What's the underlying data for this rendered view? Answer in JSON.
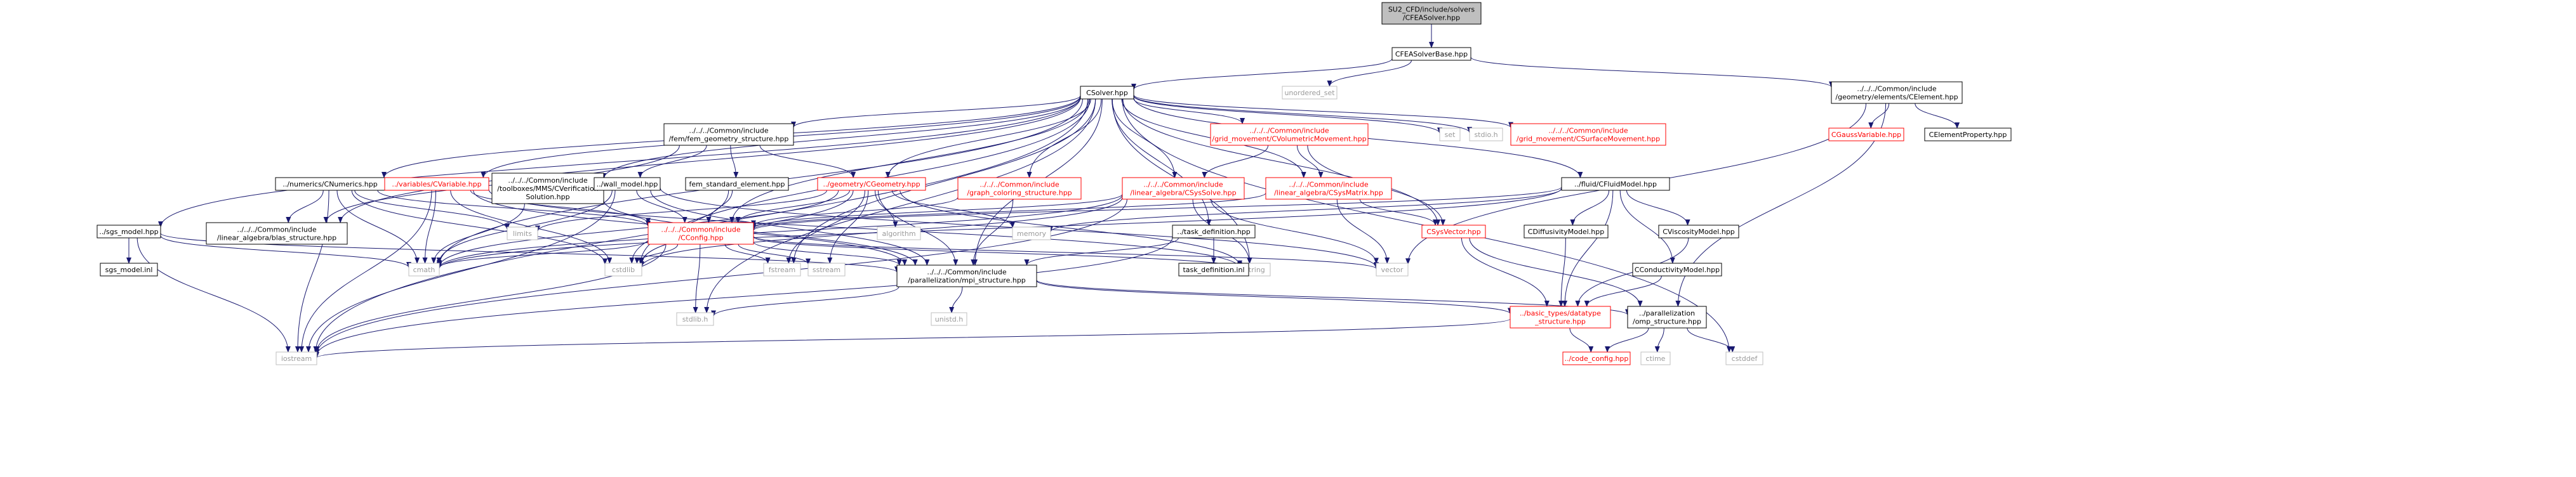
{
  "colors": {
    "edge": "#191970",
    "root_fill": "#bfbfbf",
    "missing_border": "#bfbfbf",
    "incomplete_border": "#ff0000"
  },
  "nodes": [
    {
      "id": "root",
      "style": "root",
      "lines": [
        "SU2_CFD/include/solvers",
        "/CFEASolver.hpp"
      ]
    },
    {
      "id": "cfeabase",
      "style": "plain",
      "lines": [
        "CFEASolverBase.hpp"
      ]
    },
    {
      "id": "unordered_set",
      "style": "missing",
      "lines": [
        "unordered_set"
      ]
    },
    {
      "id": "csolver",
      "style": "plain",
      "lines": [
        "CSolver.hpp"
      ]
    },
    {
      "id": "celement",
      "style": "plain",
      "lines": [
        "../../../Common/include",
        "/geometry/elements/CElement.hpp"
      ]
    },
    {
      "id": "cgauss",
      "style": "red",
      "lines": [
        "CGaussVariable.hpp"
      ]
    },
    {
      "id": "celemprop",
      "style": "plain",
      "lines": [
        "CElementProperty.hpp"
      ]
    },
    {
      "id": "fem_geom",
      "style": "plain",
      "lines": [
        "../../../Common/include",
        "/fem/fem_geometry_structure.hpp"
      ]
    },
    {
      "id": "volmov",
      "style": "red",
      "lines": [
        "../../../Common/include",
        "/grid_movement/CVolumetricMovement.hpp"
      ]
    },
    {
      "id": "set",
      "style": "missing",
      "lines": [
        "set"
      ]
    },
    {
      "id": "stdio",
      "style": "missing",
      "lines": [
        "stdio.h"
      ]
    },
    {
      "id": "surfmov",
      "style": "red",
      "lines": [
        "../../../Common/include",
        "/grid_movement/CSurfaceMovement.hpp"
      ]
    },
    {
      "id": "cnumerics",
      "style": "plain",
      "lines": [
        "../numerics/CNumerics.hpp"
      ]
    },
    {
      "id": "cvariable",
      "style": "red",
      "lines": [
        "../variables/CVariable.hpp"
      ]
    },
    {
      "id": "mms",
      "style": "plain",
      "lines": [
        "../../../Common/include",
        "/toolboxes/MMS/CVerification",
        "Solution.hpp"
      ]
    },
    {
      "id": "wall_model",
      "style": "plain",
      "lines": [
        "../wall_model.hpp"
      ]
    },
    {
      "id": "fem_std",
      "style": "plain",
      "lines": [
        "fem_standard_element.hpp"
      ]
    },
    {
      "id": "cgeometry",
      "style": "red",
      "lines": [
        "../geometry/CGeometry.hpp"
      ]
    },
    {
      "id": "graph_col",
      "style": "red",
      "lines": [
        "../../../Common/include",
        "/graph_coloring_structure.hpp"
      ]
    },
    {
      "id": "csyssolve",
      "style": "red",
      "lines": [
        "../../../Common/include",
        "/linear_algebra/CSysSolve.hpp"
      ]
    },
    {
      "id": "csysmatrix",
      "style": "red",
      "lines": [
        "../../../Common/include",
        "/linear_algebra/CSysMatrix.hpp"
      ]
    },
    {
      "id": "cfluid",
      "style": "plain",
      "lines": [
        "../fluid/CFluidModel.hpp"
      ]
    },
    {
      "id": "sgs_model",
      "style": "plain",
      "lines": [
        "../sgs_model.hpp"
      ]
    },
    {
      "id": "blas",
      "style": "plain",
      "lines": [
        "../../../Common/include",
        "/linear_algebra/blas_structure.hpp"
      ]
    },
    {
      "id": "limits",
      "style": "missing",
      "lines": [
        "limits"
      ]
    },
    {
      "id": "cconfig",
      "style": "red",
      "lines": [
        "../../../Common/include",
        "/CConfig.hpp"
      ]
    },
    {
      "id": "algorithm",
      "style": "missing",
      "lines": [
        "algorithm"
      ]
    },
    {
      "id": "memory",
      "style": "missing",
      "lines": [
        "memory"
      ]
    },
    {
      "id": "task_def",
      "style": "plain",
      "lines": [
        "../task_definition.hpp"
      ]
    },
    {
      "id": "csysvector",
      "style": "red",
      "lines": [
        "CSysVector.hpp"
      ]
    },
    {
      "id": "cdiff",
      "style": "plain",
      "lines": [
        "CDiffusivityModel.hpp"
      ]
    },
    {
      "id": "cvisc",
      "style": "plain",
      "lines": [
        "CViscosityModel.hpp"
      ]
    },
    {
      "id": "sgs_inl",
      "style": "plain",
      "lines": [
        "sgs_model.inl"
      ]
    },
    {
      "id": "cmath",
      "style": "missing",
      "lines": [
        "cmath"
      ]
    },
    {
      "id": "cstdlib",
      "style": "missing",
      "lines": [
        "cstdlib"
      ]
    },
    {
      "id": "fstream",
      "style": "missing",
      "lines": [
        "fstream"
      ]
    },
    {
      "id": "sstream",
      "style": "missing",
      "lines": [
        "sstream"
      ]
    },
    {
      "id": "mpi",
      "style": "plain",
      "lines": [
        "../../../Common/include",
        "/parallelization/mpi_structure.hpp"
      ]
    },
    {
      "id": "string",
      "style": "missing",
      "lines": [
        "string"
      ]
    },
    {
      "id": "task_inl",
      "style": "plain",
      "lines": [
        "task_definition.inl"
      ]
    },
    {
      "id": "vector",
      "style": "missing",
      "lines": [
        "vector"
      ]
    },
    {
      "id": "ccond",
      "style": "plain",
      "lines": [
        "CConductivityModel.hpp"
      ]
    },
    {
      "id": "stdlib",
      "style": "missing",
      "lines": [
        "stdlib.h"
      ]
    },
    {
      "id": "unistd",
      "style": "missing",
      "lines": [
        "unistd.h"
      ]
    },
    {
      "id": "datatype",
      "style": "red",
      "lines": [
        "../basic_types/datatype",
        "_structure.hpp"
      ]
    },
    {
      "id": "omp",
      "style": "plain",
      "lines": [
        "../parallelization",
        "/omp_structure.hpp"
      ]
    },
    {
      "id": "iostream",
      "style": "missing",
      "lines": [
        "iostream"
      ]
    },
    {
      "id": "code_config",
      "style": "red",
      "lines": [
        "../code_config.hpp"
      ]
    },
    {
      "id": "ctime",
      "style": "missing",
      "lines": [
        "ctime"
      ]
    },
    {
      "id": "cstddef",
      "style": "missing",
      "lines": [
        "cstddef"
      ]
    }
  ],
  "edges": [
    [
      "root",
      "cfeabase"
    ],
    [
      "cfeabase",
      "unordered_set"
    ],
    [
      "cfeabase",
      "csolver"
    ],
    [
      "cfeabase",
      "celement"
    ],
    [
      "celement",
      "cgauss"
    ],
    [
      "celement",
      "celemprop"
    ],
    [
      "celement",
      "vector"
    ],
    [
      "celement",
      "omp"
    ],
    [
      "csolver",
      "fem_geom"
    ],
    [
      "csolver",
      "volmov"
    ],
    [
      "csolver",
      "set"
    ],
    [
      "csolver",
      "stdio"
    ],
    [
      "csolver",
      "surfmov"
    ],
    [
      "csolver",
      "cnumerics"
    ],
    [
      "csolver",
      "cvariable"
    ],
    [
      "csolver",
      "mms"
    ],
    [
      "csolver",
      "cgeometry"
    ],
    [
      "csolver",
      "graph_col"
    ],
    [
      "csolver",
      "csyssolve"
    ],
    [
      "csolver",
      "csysmatrix"
    ],
    [
      "csolver",
      "cfluid"
    ],
    [
      "csolver",
      "sgs_model"
    ],
    [
      "csolver",
      "blas"
    ],
    [
      "csolver",
      "cconfig"
    ],
    [
      "csolver",
      "task_def"
    ],
    [
      "csolver",
      "csysvector"
    ],
    [
      "csolver",
      "cmath"
    ],
    [
      "csolver",
      "cstdlib"
    ],
    [
      "csolver",
      "fstream"
    ],
    [
      "csolver",
      "mpi"
    ],
    [
      "csolver",
      "string"
    ],
    [
      "csolver",
      "iostream"
    ],
    [
      "csolver",
      "cstddef"
    ],
    [
      "csolver",
      "stdlib"
    ],
    [
      "fem_geom",
      "wall_model"
    ],
    [
      "fem_geom",
      "fem_std"
    ],
    [
      "fem_geom",
      "cgeometry"
    ],
    [
      "fem_geom",
      "blas"
    ],
    [
      "volmov",
      "csyssolve"
    ],
    [
      "volmov",
      "csysmatrix"
    ],
    [
      "volmov",
      "csysvector"
    ],
    [
      "cnumerics",
      "cconfig"
    ],
    [
      "cnumerics",
      "blas"
    ],
    [
      "cnumerics",
      "cmath"
    ],
    [
      "cnumerics",
      "cstdlib"
    ],
    [
      "cnumerics",
      "iostream"
    ],
    [
      "cnumerics",
      "limits"
    ],
    [
      "cvariable",
      "cconfig"
    ],
    [
      "cvariable",
      "cmath"
    ],
    [
      "cvariable",
      "cstdlib"
    ],
    [
      "cvariable",
      "iostream"
    ],
    [
      "cvariable",
      "mpi"
    ],
    [
      "cvariable",
      "string"
    ],
    [
      "mms",
      "cmath"
    ],
    [
      "mms",
      "mpi"
    ],
    [
      "wall_model",
      "cconfig"
    ],
    [
      "wall_model",
      "cmath"
    ],
    [
      "wall_model",
      "iostream"
    ],
    [
      "wall_model",
      "vector"
    ],
    [
      "wall_model",
      "mpi"
    ],
    [
      "fem_std",
      "cstdlib"
    ],
    [
      "fem_std",
      "cconfig"
    ],
    [
      "cgeometry",
      "cconfig"
    ],
    [
      "cgeometry",
      "algorithm"
    ],
    [
      "cgeometry",
      "memory"
    ],
    [
      "cgeometry",
      "cmath"
    ],
    [
      "cgeometry",
      "cstdlib"
    ],
    [
      "cgeometry",
      "fstream"
    ],
    [
      "cgeometry",
      "sstream"
    ],
    [
      "cgeometry",
      "mpi"
    ],
    [
      "cgeometry",
      "string"
    ],
    [
      "cgeometry",
      "limits"
    ],
    [
      "graph_col",
      "mpi"
    ],
    [
      "graph_col",
      "cconfig"
    ],
    [
      "csyssolve",
      "cconfig"
    ],
    [
      "csyssolve",
      "cmath"
    ],
    [
      "csyssolve",
      "vector"
    ],
    [
      "csyssolve",
      "string"
    ],
    [
      "csyssolve",
      "iostream"
    ],
    [
      "csyssolve",
      "cstdlib"
    ],
    [
      "csysmatrix",
      "csysvector"
    ],
    [
      "csysmatrix",
      "vector"
    ],
    [
      "csysmatrix",
      "cconfig"
    ],
    [
      "cfluid",
      "cconfig"
    ],
    [
      "cfluid",
      "cdiff"
    ],
    [
      "cfluid",
      "cvisc"
    ],
    [
      "cfluid",
      "ccond"
    ],
    [
      "cfluid",
      "datatype"
    ],
    [
      "cfluid",
      "cmath"
    ],
    [
      "cfluid",
      "memory"
    ],
    [
      "sgs_model",
      "sgs_inl"
    ],
    [
      "sgs_model",
      "cmath"
    ],
    [
      "sgs_model",
      "iostream"
    ],
    [
      "sgs_model",
      "mpi"
    ],
    [
      "cconfig",
      "mpi"
    ],
    [
      "cconfig",
      "cmath"
    ],
    [
      "cconfig",
      "cstdlib"
    ],
    [
      "cconfig",
      "fstream"
    ],
    [
      "cconfig",
      "sstream"
    ],
    [
      "cconfig",
      "string"
    ],
    [
      "cconfig",
      "vector"
    ],
    [
      "cconfig",
      "stdlib"
    ],
    [
      "cconfig",
      "iostream"
    ],
    [
      "task_def",
      "task_inl"
    ],
    [
      "task_def",
      "mpi"
    ],
    [
      "task_def",
      "iostream"
    ],
    [
      "csysvector",
      "datatype"
    ],
    [
      "csysvector",
      "omp"
    ],
    [
      "cdiff",
      "datatype"
    ],
    [
      "cvisc",
      "datatype"
    ],
    [
      "ccond",
      "datatype"
    ],
    [
      "mpi",
      "unistd"
    ],
    [
      "mpi",
      "stdlib"
    ],
    [
      "mpi",
      "datatype"
    ],
    [
      "mpi",
      "omp"
    ],
    [
      "datatype",
      "code_config"
    ],
    [
      "datatype",
      "iostream"
    ],
    [
      "omp",
      "code_config"
    ],
    [
      "omp",
      "ctime"
    ],
    [
      "omp",
      "cstddef"
    ]
  ]
}
